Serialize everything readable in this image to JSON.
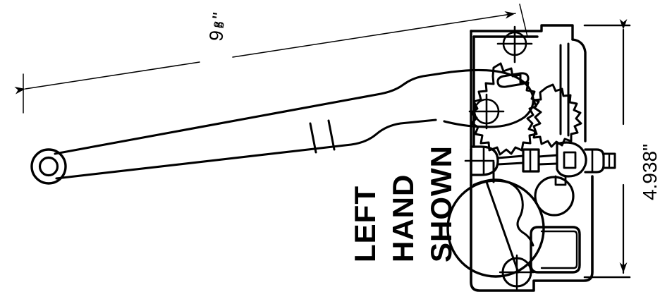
{
  "document": {
    "type": "technical-line-drawing",
    "subject": "Hand lever winch / gear mechanism side view",
    "background_color": "#ffffff",
    "line_color": "#000000"
  },
  "dimensions": {
    "length": {
      "whole": "9",
      "numerator": "5",
      "denominator": "8",
      "unit_mark": "\"",
      "full_text": "9 5/8\"",
      "orientation": "diagonal",
      "arrow_style": "double-ended-filled"
    },
    "height": {
      "value": "4.938",
      "unit_mark": "\"",
      "full_text": "4.938\"",
      "orientation": "vertical",
      "arrow_style": "double-ended-filled"
    }
  },
  "annotations": {
    "note_lines": [
      "LEFT",
      "HAND",
      "SHOWN"
    ],
    "note_orientation": "rotated-90-ccw"
  },
  "components": {
    "handle": "tapered lever arm with ring eye terminal",
    "ring_eye": "circular eye at handle end",
    "collar_band": "band across handle shaft",
    "large_gear": "toothed gear wheel with crosshair center",
    "small_gear": "toothed pinion gear",
    "pivot_upper": "crosshair pivot center mark",
    "pivot_lower": "crosshair center mark on gear",
    "housing": "bracket body frame",
    "large_bore": "large circular bore",
    "medium_bore": "medium circular bore",
    "window": "rounded rectangular cutout",
    "small_bore": "small bore with crosshair",
    "shaft_fitting": "threaded shaft fitting with hex",
    "slot": "elongated slot in lever hub"
  }
}
